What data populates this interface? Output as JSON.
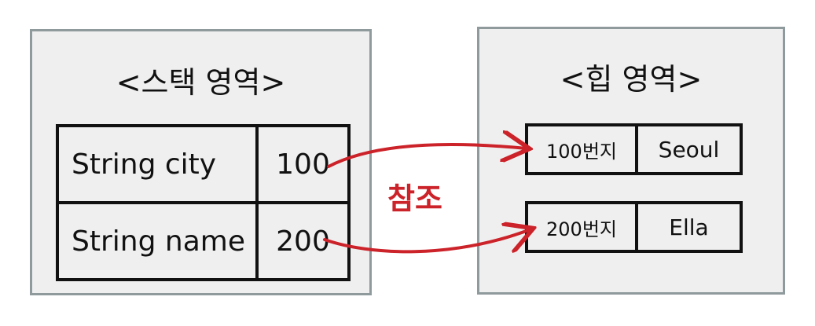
{
  "stack": {
    "title": "<스택 영역>",
    "rows": [
      {
        "variable": "String city",
        "value": "100"
      },
      {
        "variable": "String name",
        "value": "200"
      }
    ]
  },
  "heap": {
    "title": "<힙 영역>",
    "rows": [
      {
        "address": "100번지",
        "value": "Seoul"
      },
      {
        "address": "200번지",
        "value": "Ella"
      }
    ]
  },
  "reference_label": "참조",
  "colors": {
    "panel_background": "#efefef",
    "panel_border": "#8f9a9d",
    "arrow": "#cc2229",
    "text": "#111111"
  }
}
